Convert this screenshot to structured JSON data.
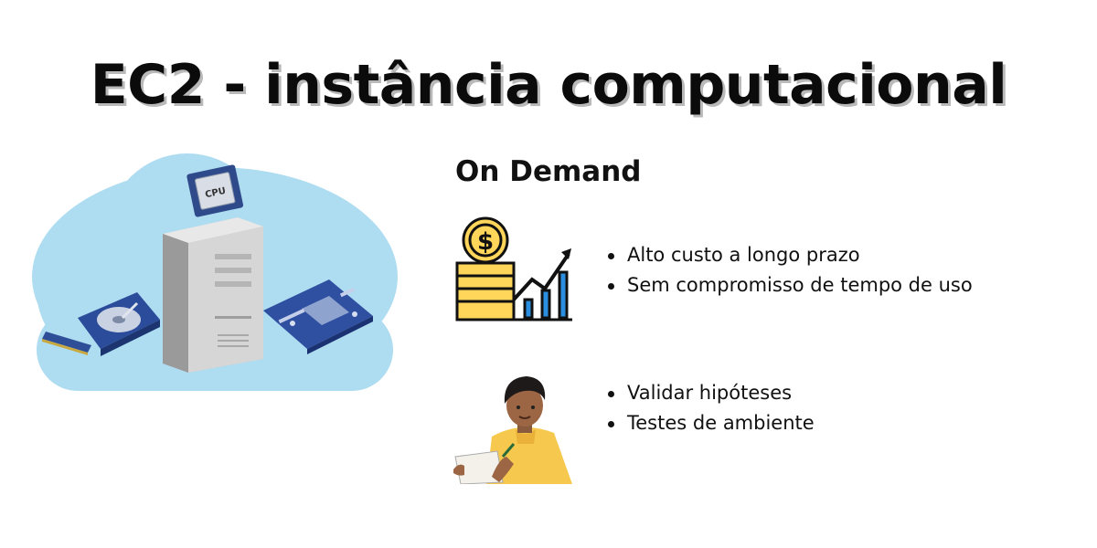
{
  "title": "EC2 - instância computacional",
  "subtitle": "On Demand",
  "icons": {
    "left": "cloud-server-hardware-icon",
    "coins": "coins-growth-chart-icon",
    "person": "person-writing-icon",
    "cpu_chip_label": "CPU"
  },
  "bullets_top": [
    "Alto custo a longo prazo",
    "Sem compromisso de tempo de uso"
  ],
  "bullets_bottom": [
    "Validar hipóteses",
    "Testes de ambiente"
  ],
  "colors": {
    "cloud": "#aedcf1",
    "coin_yellow": "#ffd55a",
    "chart_blue": "#2a8fe0",
    "shirt_yellow": "#f6c94e"
  }
}
